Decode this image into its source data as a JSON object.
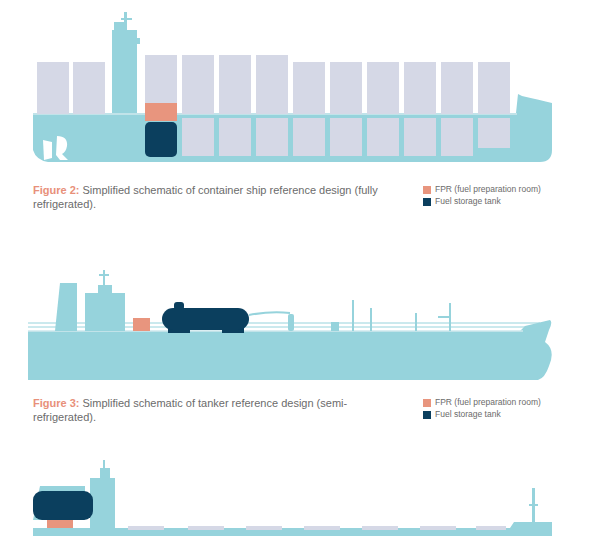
{
  "diagram": {
    "labels": [
      "Figure 2:",
      "Simplified schematic of container ship reference design (fully refrigerated).",
      "Figure 3:",
      "Simplified schematic of tanker reference design (semi-refrigerated)."
    ],
    "legend": [
      {
        "text": "FPR (fuel preparation room)",
        "color": "#e8957e"
      },
      {
        "text": "Fuel storage tank",
        "color": "#0b3f5e"
      },
      {
        "text": "FPR (fuel preparation room)",
        "color": "#e8957e"
      },
      {
        "text": "Fuel storage tank",
        "color": "#0b3f5e"
      }
    ]
  }
}
